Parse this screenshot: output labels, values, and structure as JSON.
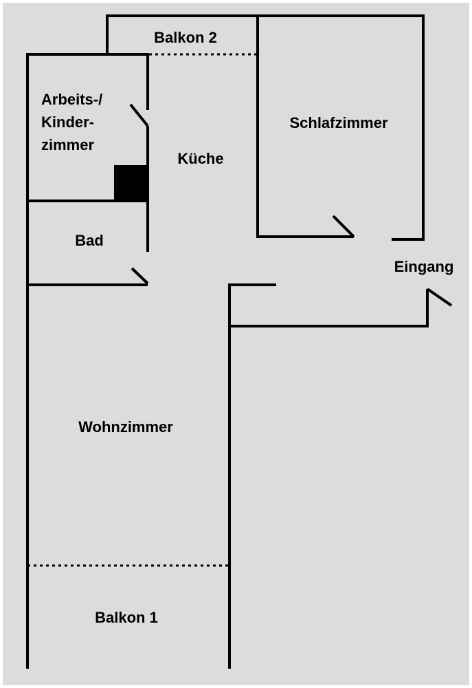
{
  "colors": {
    "background": "#dcdcdc",
    "walls": "#000000",
    "frame": "#ffffff"
  },
  "rooms": {
    "balkon2": "Balkon 2",
    "arbeits_line1": "Arbeits-/",
    "arbeits_line2": "Kinder-",
    "arbeits_line3": "zimmer",
    "kueche": "Küche",
    "schlafzimmer": "Schlafzimmer",
    "bad": "Bad",
    "eingang": "Eingang",
    "wohnzimmer": "Wohnzimmer",
    "balkon1": "Balkon 1"
  }
}
